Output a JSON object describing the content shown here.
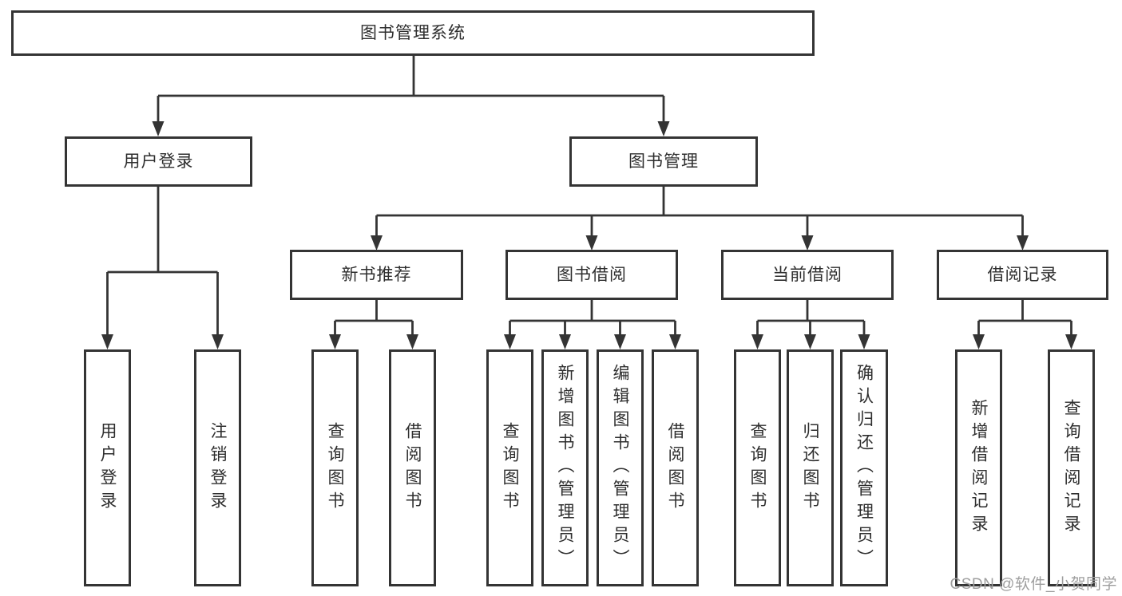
{
  "diagram_type": "hierarchy-tree",
  "tree": {
    "root": {
      "label": "图书管理系统"
    },
    "branches": [
      {
        "label": "用户登录",
        "children": [
          {
            "label": "用户登录"
          },
          {
            "label": "注销登录"
          }
        ]
      },
      {
        "label": "图书管理",
        "children": [
          {
            "label": "新书推荐",
            "children": [
              {
                "label": "查询图书"
              },
              {
                "label": "借阅图书"
              }
            ]
          },
          {
            "label": "图书借阅",
            "children": [
              {
                "label": "查询图书"
              },
              {
                "label": "新增图书（管理员）"
              },
              {
                "label": "编辑图书（管理员）"
              },
              {
                "label": "借阅图书"
              }
            ]
          },
          {
            "label": "当前借阅",
            "children": [
              {
                "label": "查询图书"
              },
              {
                "label": "归还图书"
              },
              {
                "label": "确认归还（管理员）"
              }
            ]
          },
          {
            "label": "借阅记录",
            "children": [
              {
                "label": "新增借阅记录"
              },
              {
                "label": "查询借阅记录"
              }
            ]
          }
        ]
      }
    ]
  },
  "watermark": {
    "text": "CSDN @软件_小贺同学"
  },
  "colors": {
    "line": "#343434",
    "box_border": "#343434",
    "box_fill": "#ffffff",
    "text": "#2e2e2e",
    "watermark": "#9e9e9e",
    "background": "#ffffff"
  }
}
